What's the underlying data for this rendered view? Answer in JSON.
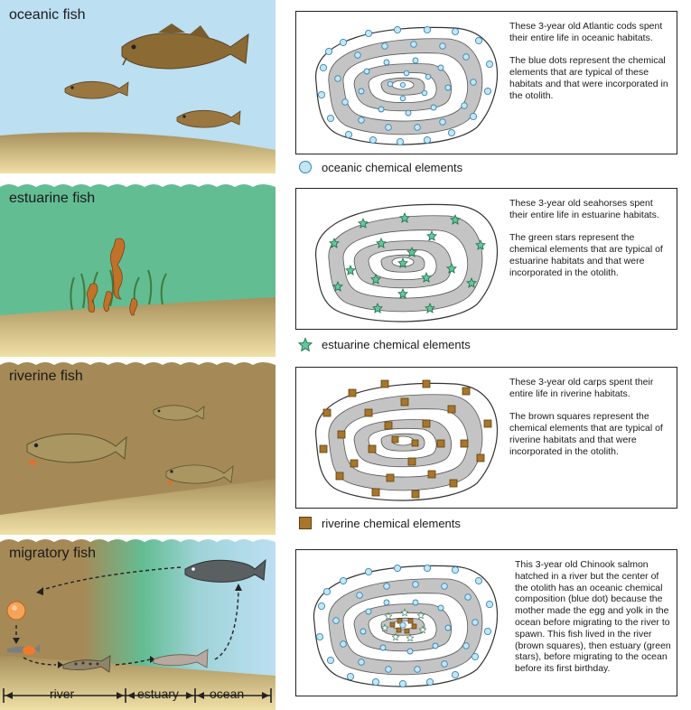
{
  "panels": [
    {
      "label": "oceanic fish",
      "description": [
        "These 3-year old Atlantic cods spent their entire life in oceanic habitats.",
        "The blue dots represent the chemical elements that are typical of these habitats and that were incorporated in the otolith."
      ],
      "legend": "oceanic chemical elements",
      "marker": "blue-dot"
    },
    {
      "label": "estuarine fish",
      "description": [
        "These 3-year old seahorses spent their entire life in estuarine habitats.",
        "The green stars represent the chemical elements that are typical of estuarine habitats and that were incorporated in the otolith."
      ],
      "legend": "estuarine chemical elements",
      "marker": "green-star"
    },
    {
      "label": "riverine fish",
      "description": [
        "These 3-year old carps spent their entire life in riverine habitats.",
        "The brown squares represent the chemical elements that are typical of riverine habitats and that were incorporated in the otolith."
      ],
      "legend": "riverine chemical elements",
      "marker": "brown-square"
    },
    {
      "label": "migratory fish",
      "description": [
        "This 3-year old Chinook salmon hatched in a river but the center of the otolith has an oceanic chemical composition (blue dot) because the mother made the egg and yolk in the ocean before migrating to the river to spawn. This fish lived in the river (brown squares), then estuary (green stars), before migrating to the ocean before its first birthday."
      ]
    }
  ],
  "habitat_axis": [
    "river",
    "estuary",
    "ocean"
  ],
  "colors": {
    "ocean": "#bcdff2",
    "estuary": "#63bd93",
    "river": "#a58a57",
    "sand": "#d8c488",
    "otolith_ring": "#c4c4c4",
    "blue_dot": "#c3e6f5",
    "green_star": "#5fc99b",
    "brown_square": "#a7762a"
  }
}
